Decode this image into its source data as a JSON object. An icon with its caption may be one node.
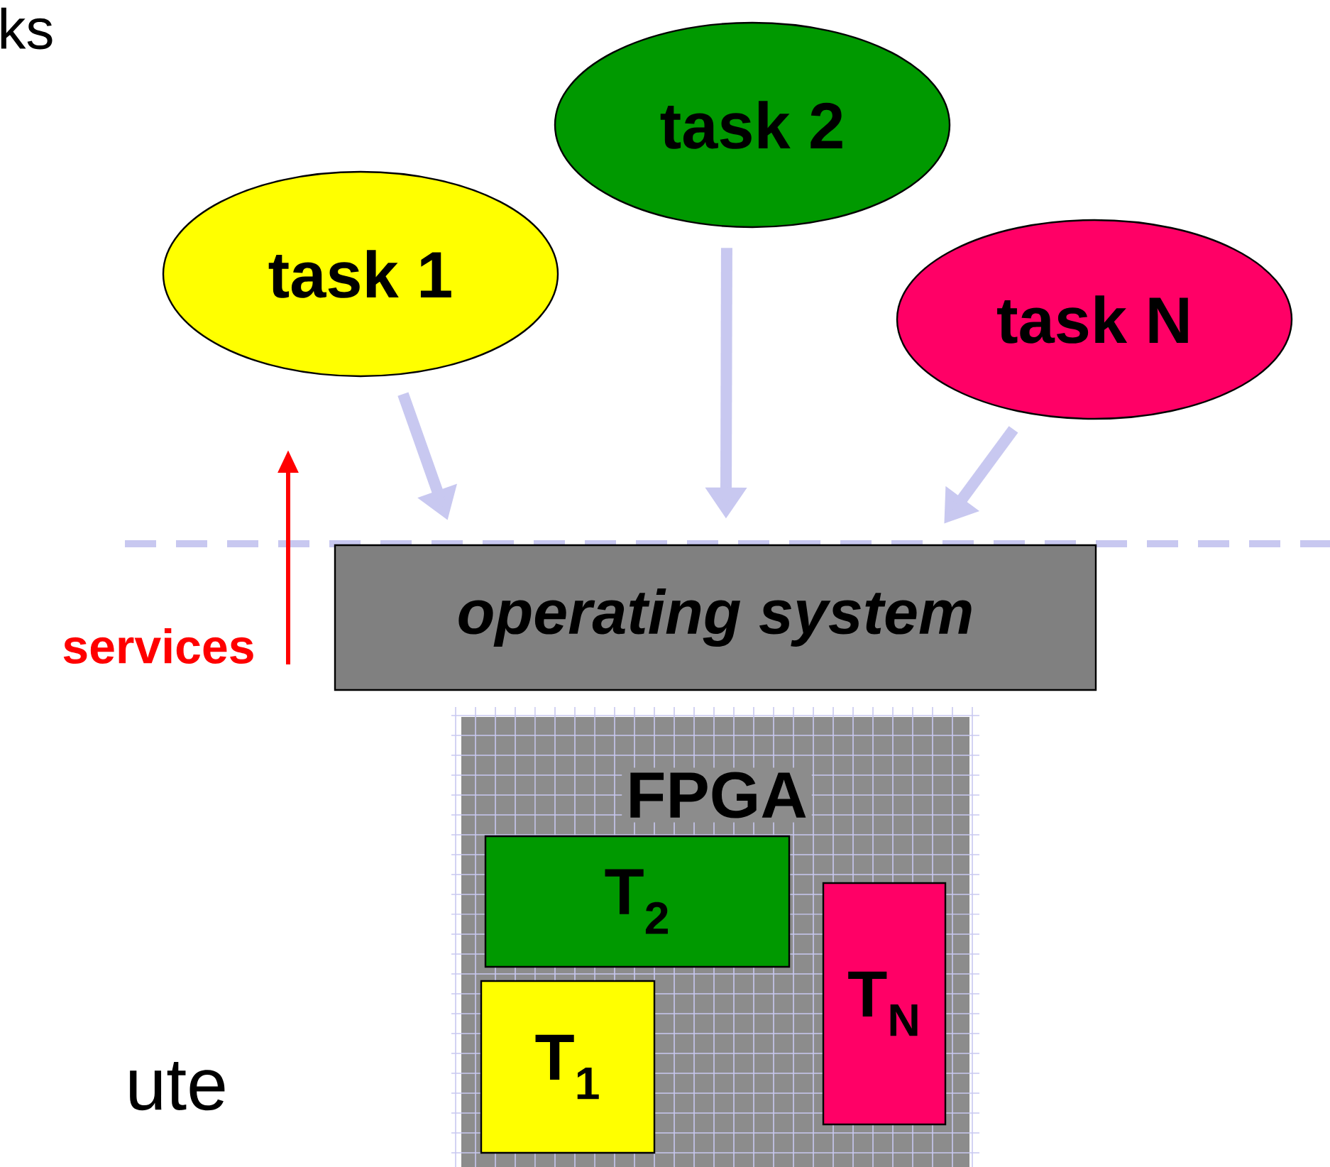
{
  "diagram": {
    "nodes": [
      {
        "text": [
          "task 1"
        ]
      },
      {
        "text": [
          "task 2"
        ]
      },
      {
        "text": [
          "task N"
        ]
      },
      {
        "text": [
          "operating system"
        ]
      },
      {
        "text": [
          "FPGA"
        ]
      },
      {
        "text": [
          "T$_{2}$"
        ],
        "in": 4
      },
      {
        "text": [
          "T$_{N}$"
        ],
        "in": 4
      },
      {
        "text": [
          "T$_{1}$"
        ],
        "in": 4
      }
    ],
    "edges": [
      {
        "from": 0,
        "to": 3,
        "arrow": "to"
      },
      {
        "from": 1,
        "to": 3,
        "arrow": "to"
      },
      {
        "from": 2,
        "to": 3,
        "arrow": "to"
      }
    ],
    "labels": [
      "ks",
      "services",
      "ute"
    ]
  }
}
